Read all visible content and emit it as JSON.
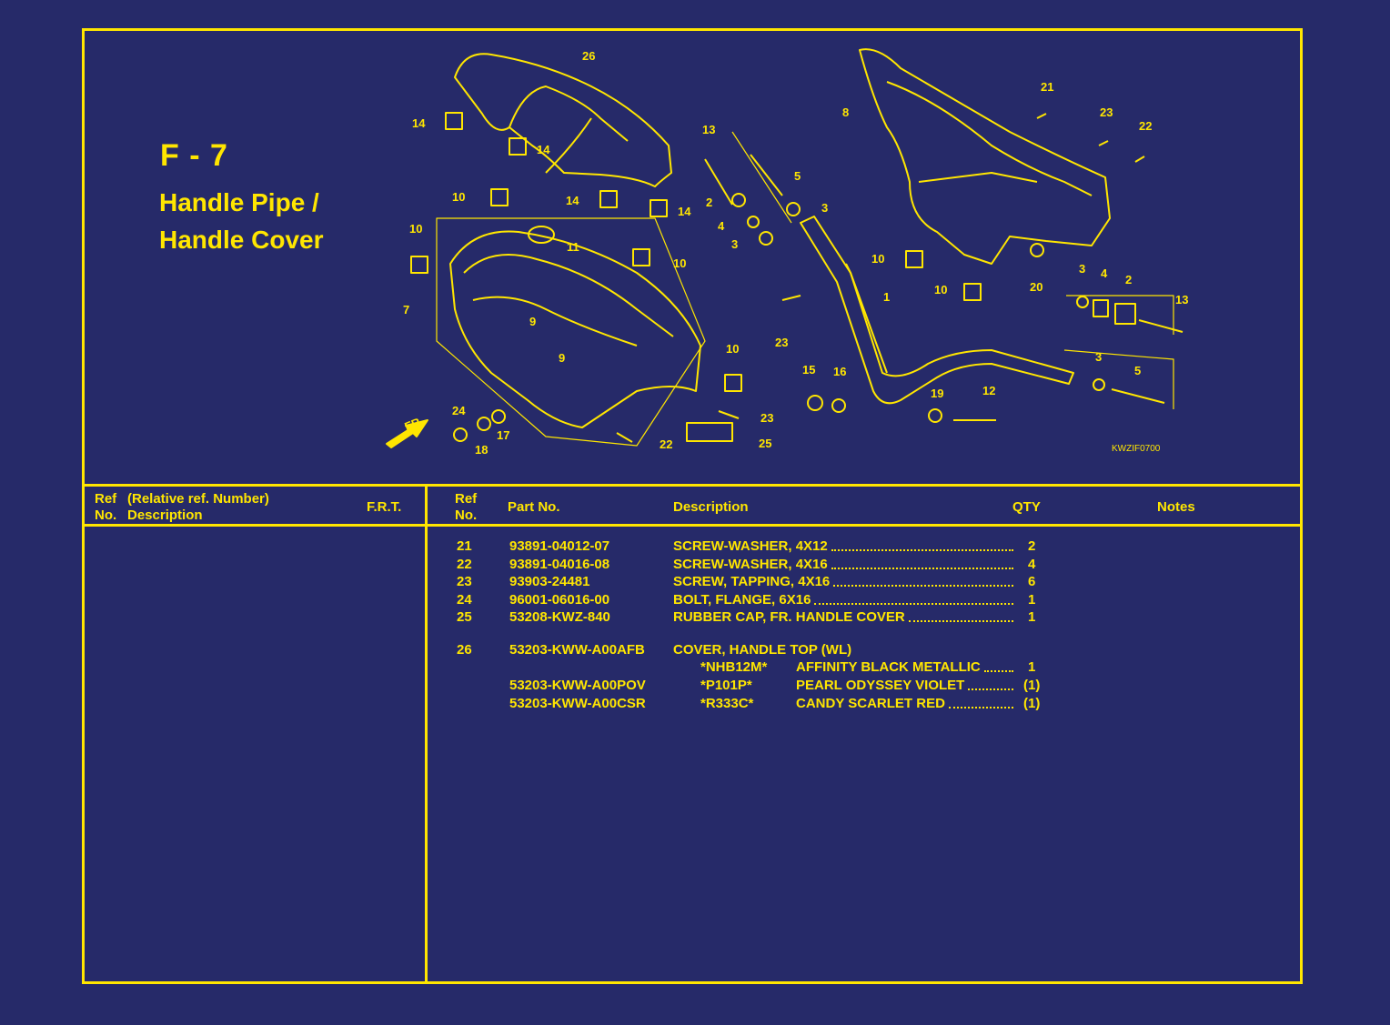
{
  "figure": {
    "code": "F - 7",
    "title_line1": "Handle Pipe /",
    "title_line2": "Handle Cover",
    "drawing_id": "KWZIF0700",
    "front_label": "FR.",
    "callouts": [
      "26",
      "14",
      "14",
      "14",
      "14",
      "10",
      "10",
      "10",
      "10",
      "10",
      "10",
      "11",
      "7",
      "9",
      "9",
      "24",
      "18",
      "17",
      "22",
      "25",
      "23",
      "23",
      "13",
      "5",
      "2",
      "4",
      "3",
      "3",
      "1",
      "15",
      "16",
      "19",
      "12",
      "8",
      "21",
      "23",
      "22",
      "20",
      "3",
      "4",
      "2",
      "13",
      "3",
      "5"
    ]
  },
  "left_table": {
    "ref_label_1": "Ref",
    "ref_label_2": "No.",
    "desc_label_1": "(Relative ref. Number)",
    "desc_label_2": "Description",
    "frt_label": "F.R.T."
  },
  "right_table": {
    "ref_label_1": "Ref",
    "ref_label_2": "No.",
    "part_label": "Part No.",
    "desc_label": "Description",
    "qty_label": "QTY",
    "notes_label": "Notes",
    "rows": [
      {
        "ref": "21",
        "part": "93891-04012-07",
        "desc": "SCREW-WASHER, 4X12",
        "qty": "2"
      },
      {
        "ref": "22",
        "part": "93891-04016-08",
        "desc": "SCREW-WASHER, 4X16",
        "qty": "4"
      },
      {
        "ref": "23",
        "part": "93903-24481",
        "desc": "SCREW, TAPPING, 4X16",
        "qty": "6"
      },
      {
        "ref": "24",
        "part": "96001-06016-00",
        "desc": "BOLT, FLANGE, 6X16",
        "qty": "1"
      },
      {
        "ref": "25",
        "part": "53208-KWZ-840",
        "desc": "RUBBER CAP, FR. HANDLE COVER",
        "qty": "1"
      }
    ],
    "group": {
      "ref": "26",
      "part": "53203-KWW-A00AFB",
      "desc": "COVER, HANDLE TOP (WL)",
      "variants": [
        {
          "part": "",
          "code": "*NHB12M*",
          "color": "AFFINITY BLACK METALLIC",
          "qty": "1"
        },
        {
          "part": "53203-KWW-A00POV",
          "code": "*P101P*",
          "color": "PEARL ODYSSEY VIOLET",
          "qty": "(1)"
        },
        {
          "part": "53203-KWW-A00CSR",
          "code": "*R333C*",
          "color": "CANDY SCARLET RED",
          "qty": "(1)"
        }
      ]
    }
  },
  "colors": {
    "background": "#262a69",
    "line": "#ffe600"
  }
}
